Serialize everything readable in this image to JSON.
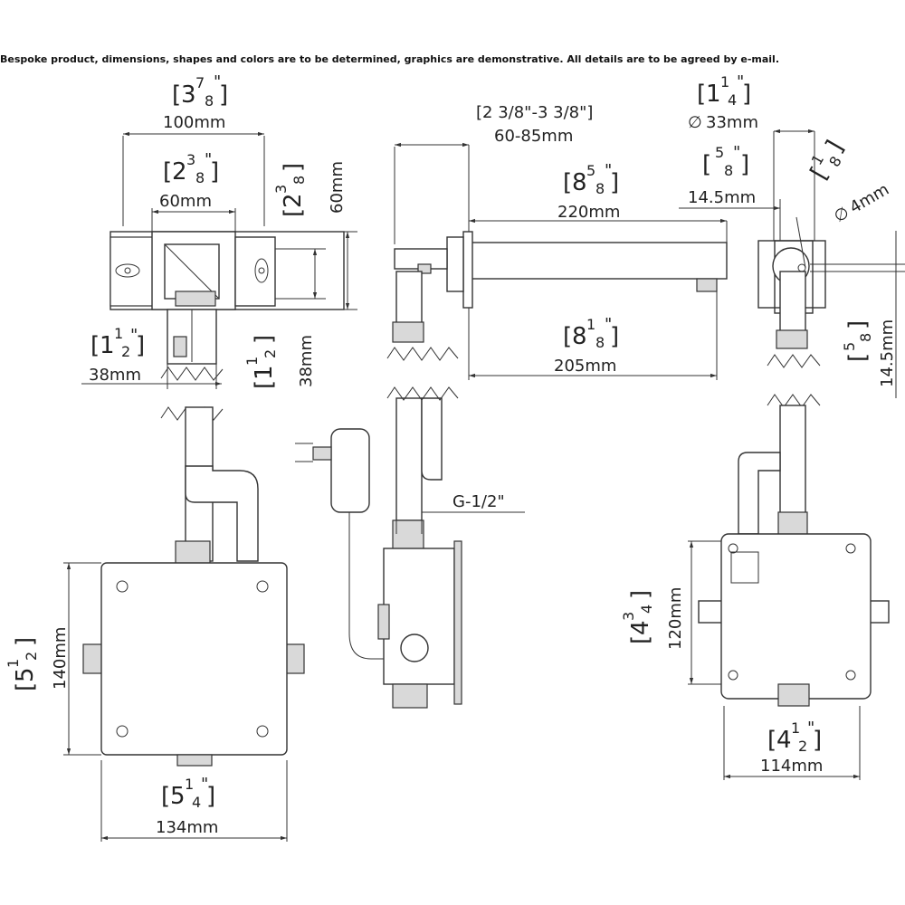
{
  "disclaimer": "Bespoke product, dimensions, shapes and colors are to be determined, graphics are demonstrative. All details are to be agreed by e-mail.",
  "dimensions": {
    "front_width_in": {
      "whole": "3",
      "num": "7",
      "den": "8"
    },
    "front_width_mm": "100mm",
    "front_inner_in": {
      "whole": "2",
      "num": "3",
      "den": "8"
    },
    "front_inner_mm": "60mm",
    "front_height_in": {
      "whole": "2",
      "num": "3",
      "den": "8"
    },
    "front_height_mm": "60mm",
    "pipe_width_in": {
      "whole": "1",
      "num": "1",
      "den": "2"
    },
    "pipe_width_mm": "38mm",
    "pipe_height_in": {
      "whole": "1",
      "num": "1",
      "den": "2"
    },
    "pipe_height_mm": "38mm",
    "wall_range_in": "[2 3/8\"-3 3/8\"]",
    "wall_range_mm": "60-85mm",
    "spout_length_in": {
      "whole": "8",
      "num": "5",
      "den": "8"
    },
    "spout_length_mm": "220mm",
    "spout_reach_in": {
      "whole": "8",
      "num": "1",
      "den": "8"
    },
    "spout_reach_mm": "205mm",
    "side_dia_in": {
      "whole": "1",
      "num": "1",
      "den": "4"
    },
    "side_dia_mm": "33mm",
    "side_width_in": {
      "whole": "",
      "num": "5",
      "den": "8"
    },
    "side_width_mm": "14.5mm",
    "side_hole_in": {
      "whole": "",
      "num": "1",
      "den": "8"
    },
    "side_hole_mm": "4mm",
    "side_height_in": {
      "whole": "",
      "num": "5",
      "den": "8"
    },
    "side_height_mm": "14.5mm",
    "thread": "G-1/2\"",
    "box_height_in": {
      "whole": "5",
      "num": "1",
      "den": "2"
    },
    "box_height_mm": "140mm",
    "box_width_in": {
      "whole": "5",
      "num": "1",
      "den": "4"
    },
    "box_width_mm": "134mm",
    "rear_height_in": {
      "whole": "4",
      "num": "3",
      "den": "4"
    },
    "rear_height_mm": "120mm",
    "rear_width_in": {
      "whole": "4",
      "num": "1",
      "den": "2"
    },
    "rear_width_mm": "114mm"
  },
  "diameter_symbol": "∅"
}
